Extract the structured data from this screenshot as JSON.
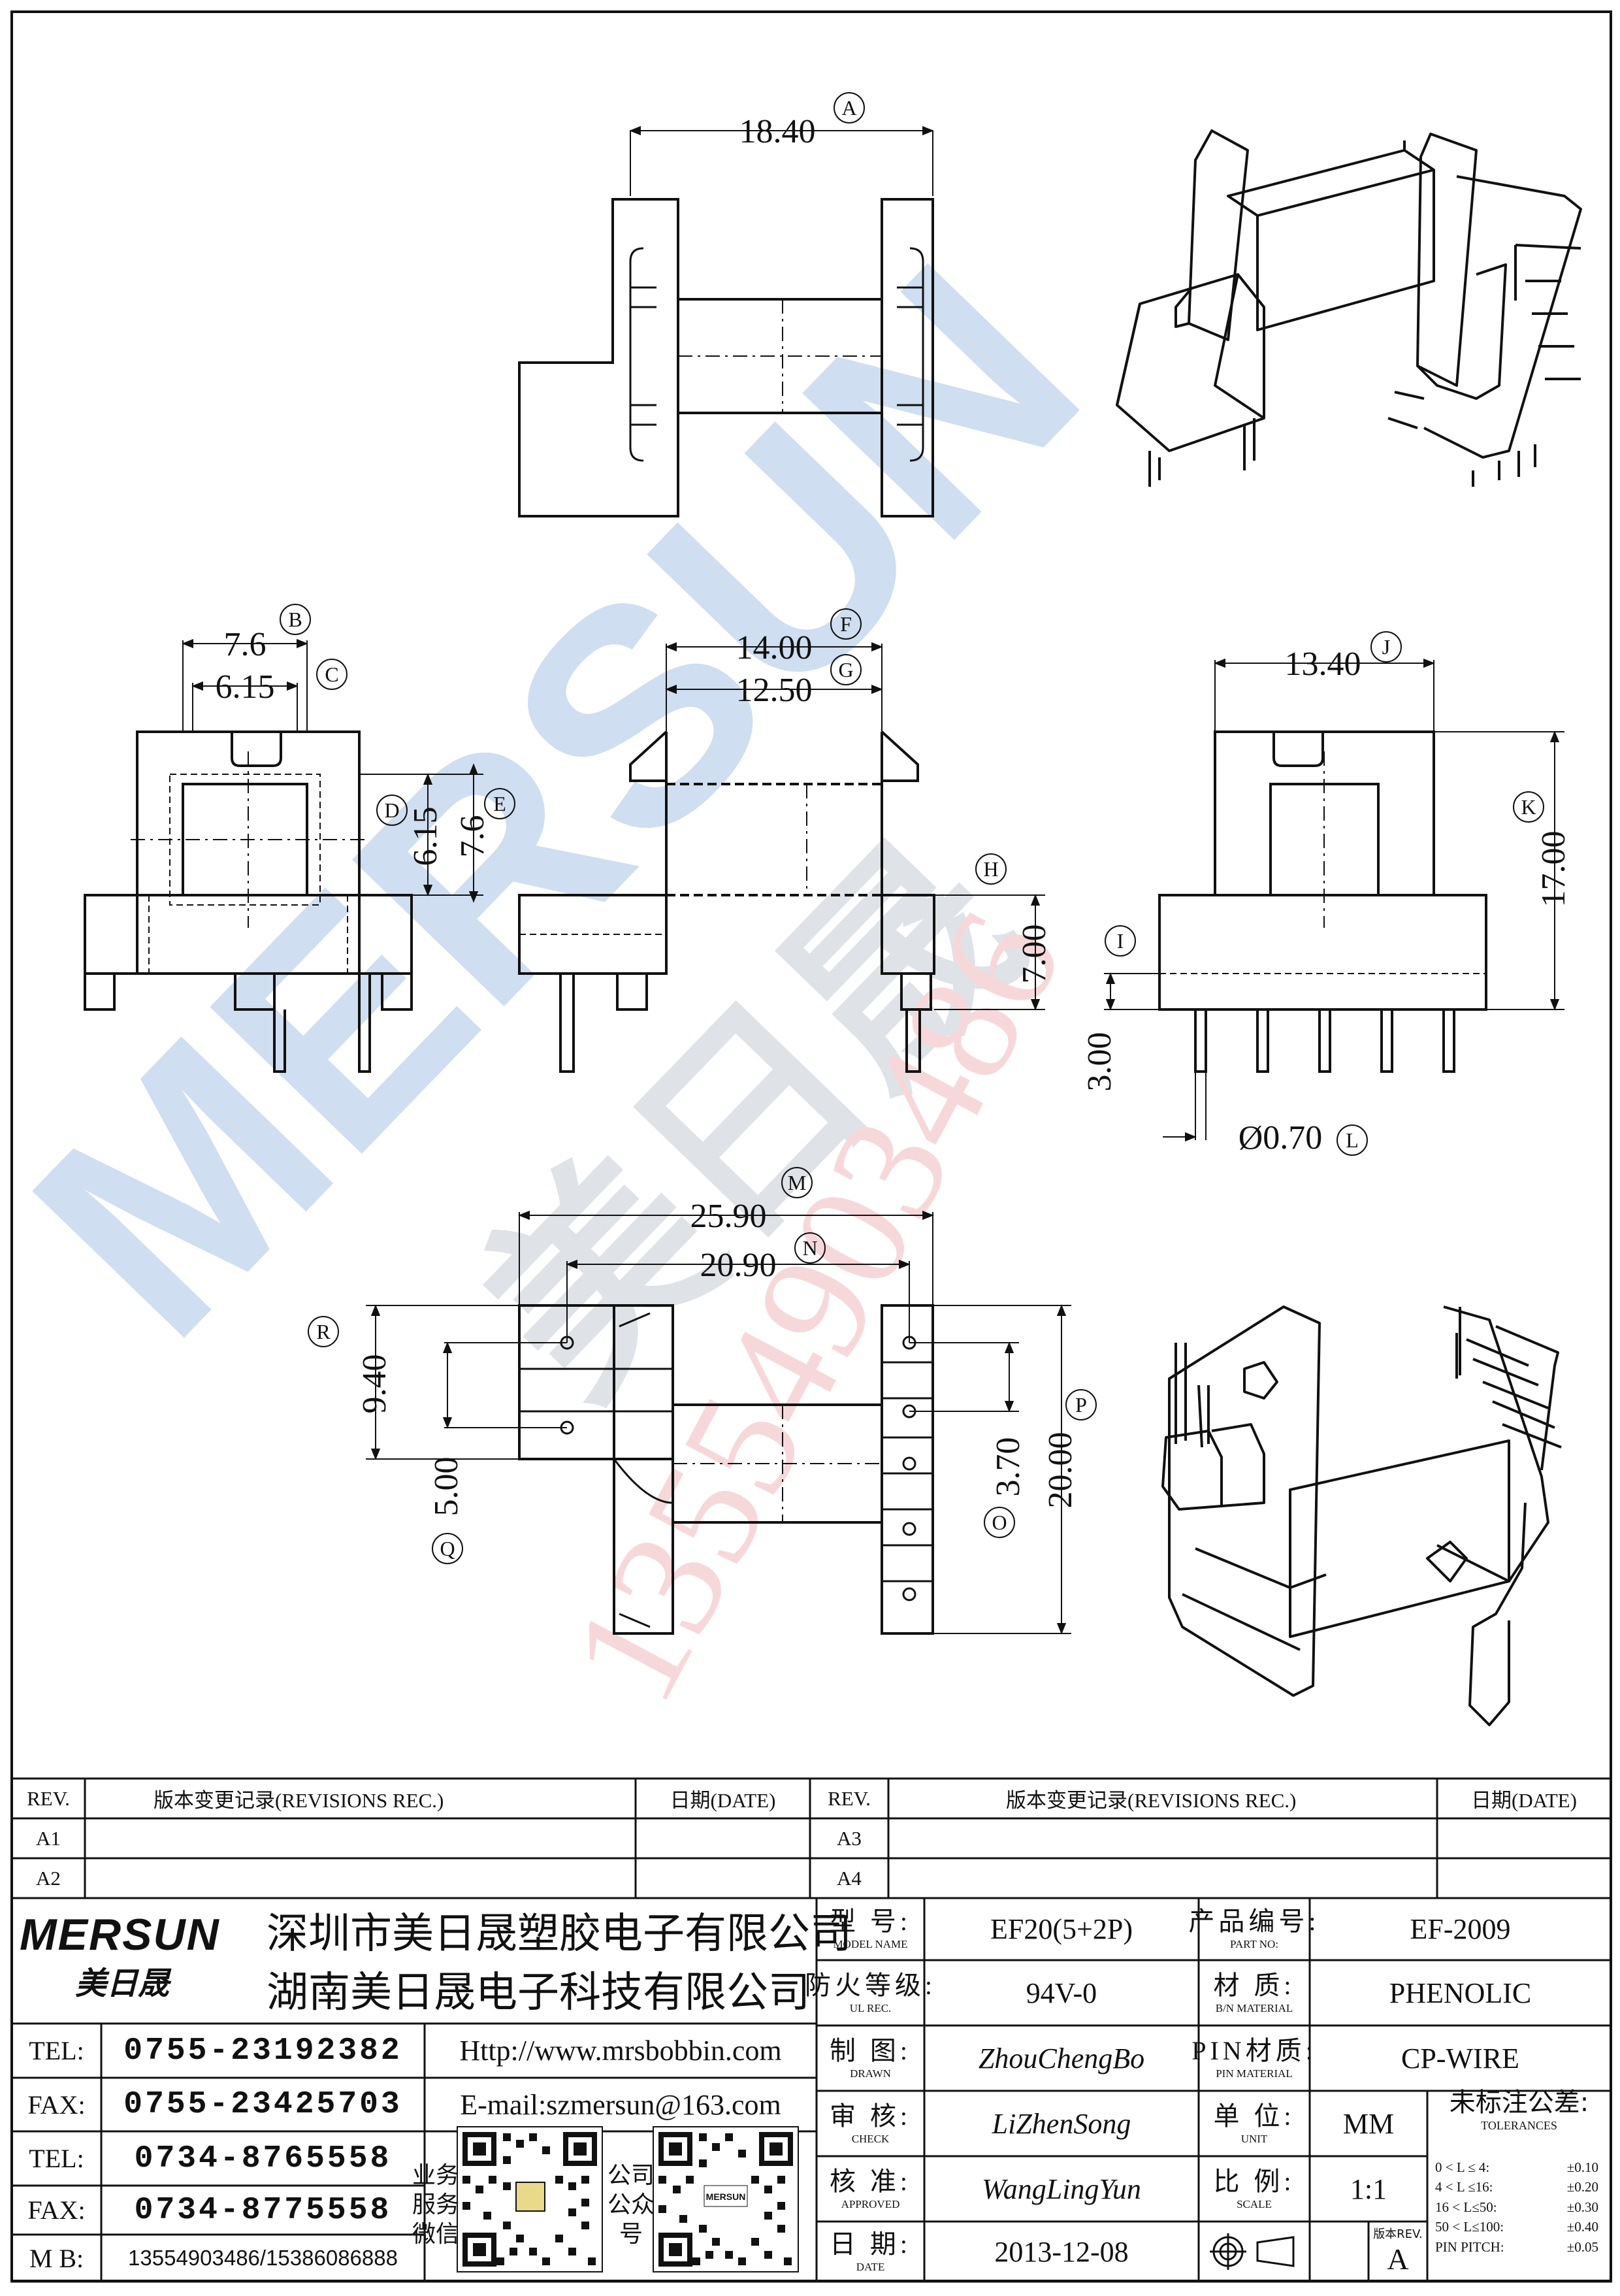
{
  "watermark": {
    "brand": "MERSUN",
    "chinese": "美日晟",
    "phone": "13554903486"
  },
  "dimensions": {
    "A": {
      "letter": "A",
      "value": "18.40"
    },
    "B": {
      "letter": "B",
      "value": "7.6"
    },
    "C": {
      "letter": "C",
      "value": "6.15"
    },
    "D": {
      "letter": "D",
      "value": "6.15"
    },
    "E": {
      "letter": "E",
      "value": "7.6"
    },
    "F": {
      "letter": "F",
      "value": "14.00"
    },
    "G": {
      "letter": "G",
      "value": "12.50"
    },
    "H": {
      "letter": "H",
      "value": "7.00"
    },
    "I": {
      "letter": "I",
      "value": "3.00"
    },
    "J": {
      "letter": "J",
      "value": "13.40"
    },
    "K": {
      "letter": "K",
      "value": "17.00"
    },
    "L": {
      "letter": "L",
      "value": "Ø0.70"
    },
    "M": {
      "letter": "M",
      "value": "25.90"
    },
    "N": {
      "letter": "N",
      "value": "20.90"
    },
    "O": {
      "letter": "O",
      "value": "3.70"
    },
    "P": {
      "letter": "P",
      "value": "20.00"
    },
    "Q": {
      "letter": "Q",
      "value": "5.00"
    },
    "R": {
      "letter": "R",
      "value": "9.40"
    }
  },
  "revisions": {
    "header_rev": "REV.",
    "header_rec": "版本变更记录(REVISIONS REC.)",
    "header_date": "日期(DATE)",
    "left_rows": [
      "A1",
      "A2"
    ],
    "right_rows": [
      "A3",
      "A4"
    ]
  },
  "company": {
    "logo": "MERSUN",
    "logo_cn": "美日晟",
    "name1": "深圳市美日晟塑胶电子有限公司",
    "name2": "湖南美日晟电子科技有限公司"
  },
  "contacts": [
    {
      "label": "TEL:",
      "value": "0755-23192382"
    },
    {
      "label": "FAX:",
      "value": "0755-23425703"
    },
    {
      "label": "TEL:",
      "value": "0734-8765558"
    },
    {
      "label": "FAX:",
      "value": "0734-8775558"
    },
    {
      "label": "M B:",
      "value": "13554903486/15386086888"
    }
  ],
  "web": {
    "url": "Http://www.mrsbobbin.com",
    "email": "E-mail:szmersun@163.com"
  },
  "qr": {
    "left_label": [
      "业务",
      "服务",
      "微信"
    ],
    "right_label": [
      "公司",
      "公众",
      "号"
    ],
    "brand": "MERSUN"
  },
  "fields": {
    "model": {
      "zh": "型 号:",
      "en": "MODEL NAME",
      "value": "EF20(5+2P)"
    },
    "part": {
      "zh": "产品编号:",
      "en": "PART NO:",
      "value": "EF-2009"
    },
    "ul": {
      "zh": "防火等级:",
      "en": "UL REC.",
      "value": "94V-0"
    },
    "material": {
      "zh": "材 质:",
      "en": "B/N MATERIAL",
      "value": "PHENOLIC"
    },
    "drawn": {
      "zh": "制 图:",
      "en": "DRAWN",
      "value": "ZhouChengBo"
    },
    "pin": {
      "zh": "PIN材质:",
      "en": "PIN MATERIAL",
      "value": "CP-WIRE"
    },
    "check": {
      "zh": "审 核:",
      "en": "CHECK",
      "value": "LiZhenSong"
    },
    "unit": {
      "zh": "单 位:",
      "en": "UNIT",
      "value": "MM"
    },
    "approved": {
      "zh": "核 准:",
      "en": "APPROVED",
      "value": "WangLingYun"
    },
    "scale": {
      "zh": "比 例:",
      "en": "SCALE",
      "value": "1:1"
    },
    "date": {
      "zh": "日 期:",
      "en": "DATE",
      "value": "2013-12-08"
    },
    "rev": {
      "zh": "版本REV.",
      "value": "A"
    }
  },
  "tolerances": {
    "title_zh": "未标注公差:",
    "title_en": "TOLERANCES",
    "rows": [
      {
        "range": "0 < L ≤ 4:",
        "tol": "±0.10"
      },
      {
        "range": "4 < L ≤16:",
        "tol": "±0.20"
      },
      {
        "range": "16 < L≤50:",
        "tol": "±0.30"
      },
      {
        "range": "50 < L≤100:",
        "tol": "±0.40"
      },
      {
        "range": "PIN PITCH:",
        "tol": "±0.05"
      }
    ]
  }
}
